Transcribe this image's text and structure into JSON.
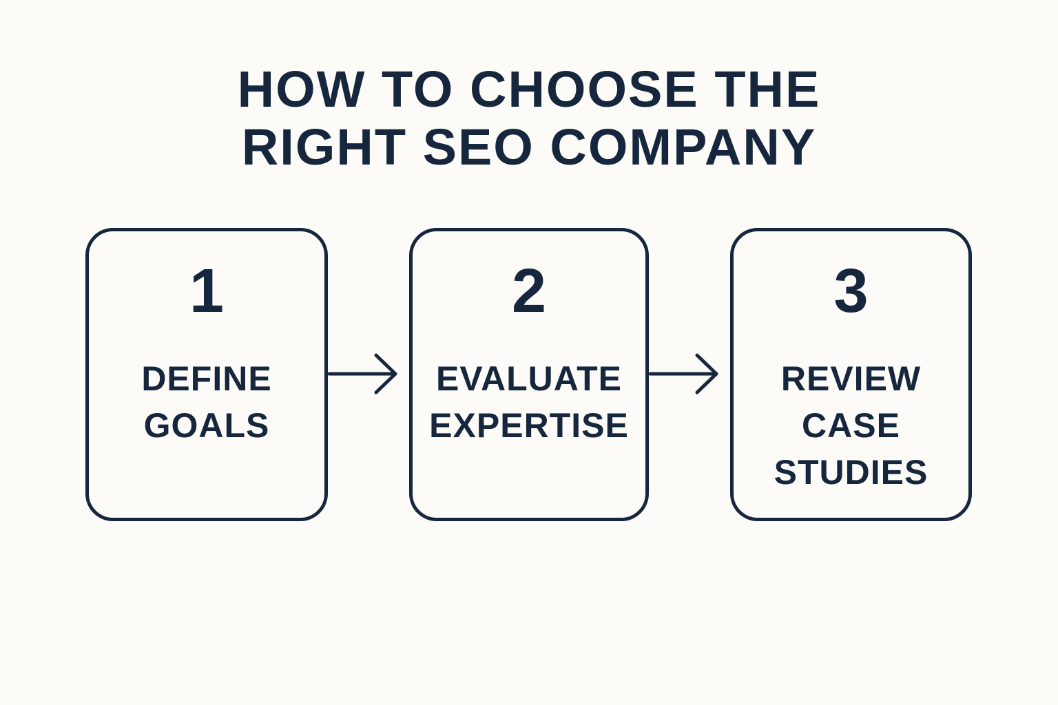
{
  "title": {
    "line1": "HOW TO CHOOSE THE",
    "line2": "RIGHT SEO COMPANY"
  },
  "steps": [
    {
      "number": "1",
      "lines": [
        "DEFINE",
        "GOALS"
      ]
    },
    {
      "number": "2",
      "lines": [
        "EVALUATE",
        "EXPERTISE"
      ]
    },
    {
      "number": "3",
      "lines": [
        "REVIEW",
        "CASE",
        "STUDIES"
      ]
    }
  ],
  "colors": {
    "ink": "#15263d",
    "background": "#fcfbf7"
  },
  "icons": [
    "arrow-right-icon"
  ]
}
